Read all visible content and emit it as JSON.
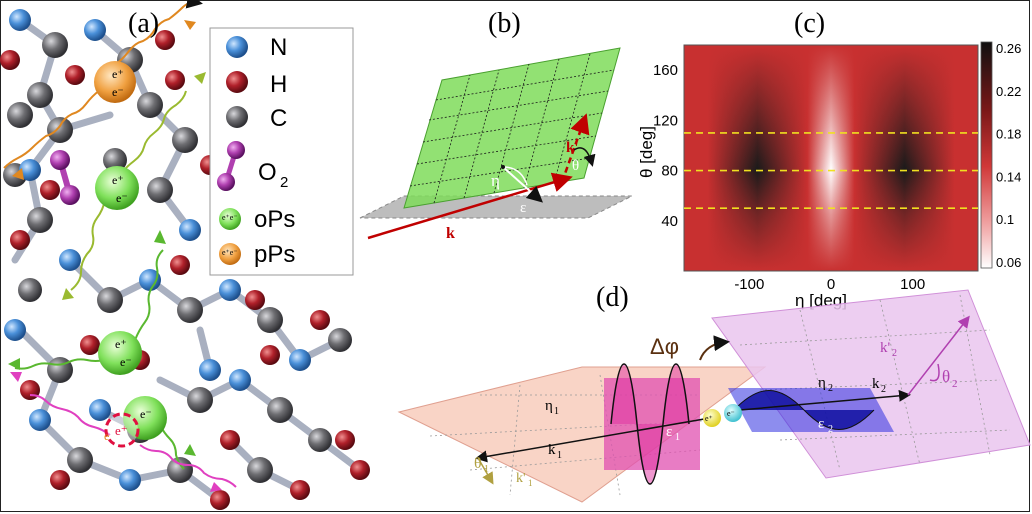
{
  "panels": {
    "a": "(a)",
    "b": "(b)",
    "c": "(c)",
    "d": "(d)"
  },
  "legend": {
    "items": [
      {
        "symbol": "N",
        "color": "#4a90d9",
        "kind": "atom"
      },
      {
        "symbol": "H",
        "color": "#b0202a",
        "kind": "atom"
      },
      {
        "symbol": "C",
        "color": "#6e6e72",
        "kind": "atom"
      },
      {
        "symbol": "O",
        "sub": "2",
        "color": "#b040b0",
        "kind": "molecule"
      },
      {
        "symbol": "oPs",
        "color": "#7fe05a",
        "kind": "positronium"
      },
      {
        "symbol": "pPs",
        "color": "#f0a040",
        "kind": "positronium"
      }
    ],
    "positronium_label": "e⁺e⁻"
  },
  "panel_a_labels": {
    "positron": "e⁺",
    "electron": "e⁻",
    "e_plus": "e⁺",
    "e_minus": "e⁻",
    "bound_e": "e"
  },
  "panel_b_labels": {
    "k": "k",
    "k_prime": "k'",
    "eps": "ε",
    "eta": "η",
    "theta": "θ"
  },
  "heatmap": {
    "xlabel": "η [deg]",
    "ylabel": "θ [deg]",
    "xticks": [
      -100,
      0,
      100
    ],
    "yticks": [
      40,
      80,
      120,
      160
    ],
    "xlim": [
      -180,
      180
    ],
    "ylim": [
      0,
      180
    ],
    "colorbar_ticks": [
      "0.26",
      "0.22",
      "0.18",
      "0.14",
      "0.1",
      "0.06"
    ],
    "dashed_lines_theta": [
      50,
      80,
      110
    ]
  },
  "panel_d_labels": {
    "delta_phi": "Δφ",
    "k1": "k",
    "k1_sub": "1",
    "k2": "k",
    "k2_sub": "2",
    "k1p": "k'",
    "k1p_sub": "1",
    "k2p": "k'",
    "k2p_sub": "2",
    "eta1": "η",
    "eta1_sub": "1",
    "eta2": "η",
    "eta2_sub": "2",
    "eps1": "ε",
    "eps1_sub": "1",
    "eps2": "ε",
    "eps2_sub": "2",
    "theta1": "θ",
    "theta1_sub": "1",
    "theta2": "θ",
    "theta2_sub": "2",
    "e_plus": "e⁺",
    "e_minus": "e⁻"
  }
}
